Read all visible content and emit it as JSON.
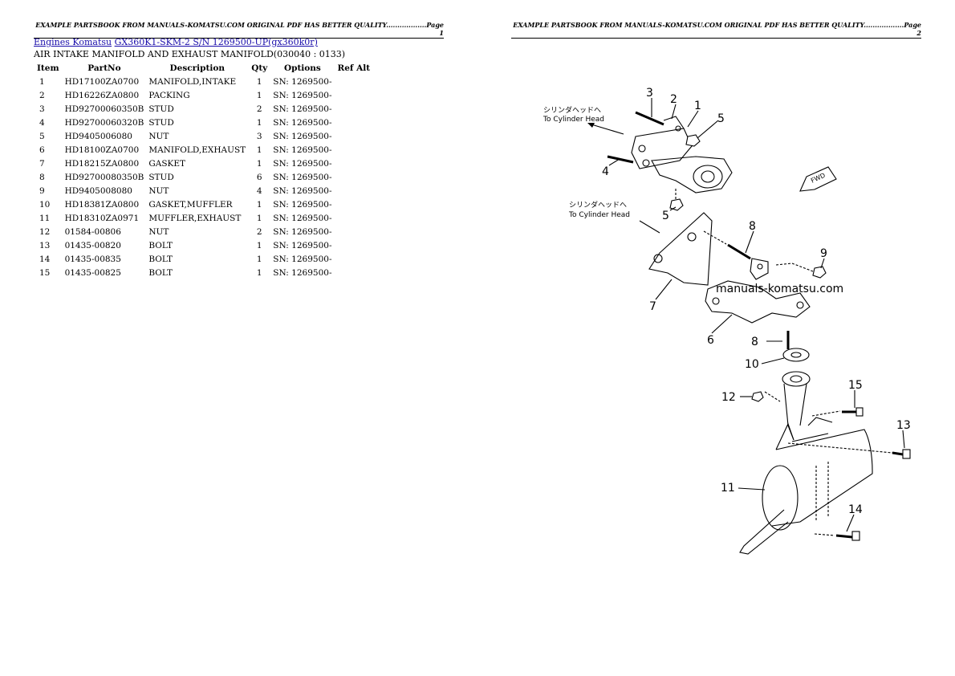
{
  "header": {
    "page1": "EXAMPLE PARTSBOOK FROM MANUALS-KOMATSU.COM ORIGINAL PDF HAS BETTER QUALITY..................Page 1",
    "page2": "EXAMPLE PARTSBOOK FROM MANUALS-KOMATSU.COM ORIGINAL PDF HAS BETTER QUALITY..................Page 2"
  },
  "breadcrumb": {
    "link1": "Engines Komatsu",
    "link2": "GX360K1-SKM-2 S/N 1269500-UP(gx360k0r)"
  },
  "section_title": "AIR INTAKE MANIFOLD AND EXHAUST MANIFOLD(030040 : 0133)",
  "table": {
    "headers": [
      "Item",
      "PartNo",
      "Description",
      "Qty",
      "Options",
      "Ref Alt"
    ],
    "rows": [
      [
        "1",
        "HD17100ZA0700",
        "MANIFOLD,INTAKE",
        "1",
        "SN: 1269500-",
        ""
      ],
      [
        "2",
        "HD16226ZA0800",
        "PACKING",
        "1",
        "SN: 1269500-",
        ""
      ],
      [
        "3",
        "HD92700060350B",
        "STUD",
        "2",
        "SN: 1269500-",
        ""
      ],
      [
        "4",
        "HD92700060320B",
        "STUD",
        "1",
        "SN: 1269500-",
        ""
      ],
      [
        "5",
        "HD9405006080",
        "NUT",
        "3",
        "SN: 1269500-",
        ""
      ],
      [
        "6",
        "HD18100ZA0700",
        "MANIFOLD,EXHAUST",
        "1",
        "SN: 1269500-",
        ""
      ],
      [
        "7",
        "HD18215ZA0800",
        "GASKET",
        "1",
        "SN: 1269500-",
        ""
      ],
      [
        "8",
        "HD92700080350B",
        "STUD",
        "6",
        "SN: 1269500-",
        ""
      ],
      [
        "9",
        "HD9405008080",
        "NUT",
        "4",
        "SN: 1269500-",
        ""
      ],
      [
        "10",
        "HD18381ZA0800",
        "GASKET,MUFFLER",
        "1",
        "SN: 1269500-",
        ""
      ],
      [
        "11",
        "HD18310ZA0971",
        "MUFFLER,EXHAUST",
        "1",
        "SN: 1269500-",
        ""
      ],
      [
        "12",
        "01584-00806",
        "NUT",
        "2",
        "SN: 1269500-",
        ""
      ],
      [
        "13",
        "01435-00820",
        "BOLT",
        "1",
        "SN: 1269500-",
        ""
      ],
      [
        "14",
        "01435-00835",
        "BOLT",
        "1",
        "SN: 1269500-",
        ""
      ],
      [
        "15",
        "01435-00825",
        "BOLT",
        "1",
        "SN: 1269500-",
        ""
      ]
    ]
  },
  "diagram": {
    "callout_jp_1": "シリンダヘッドへ",
    "callout_en_1": "To Cylinder Head",
    "callout_jp_2": "シリンダヘッドへ",
    "callout_en_2": "To Cylinder Head",
    "fwd": "FWD",
    "watermark": "manuals-komatsu.com",
    "labels": [
      "1",
      "2",
      "3",
      "4",
      "5",
      "5",
      "6",
      "7",
      "8",
      "8",
      "9",
      "10",
      "11",
      "12",
      "13",
      "14",
      "15"
    ]
  }
}
